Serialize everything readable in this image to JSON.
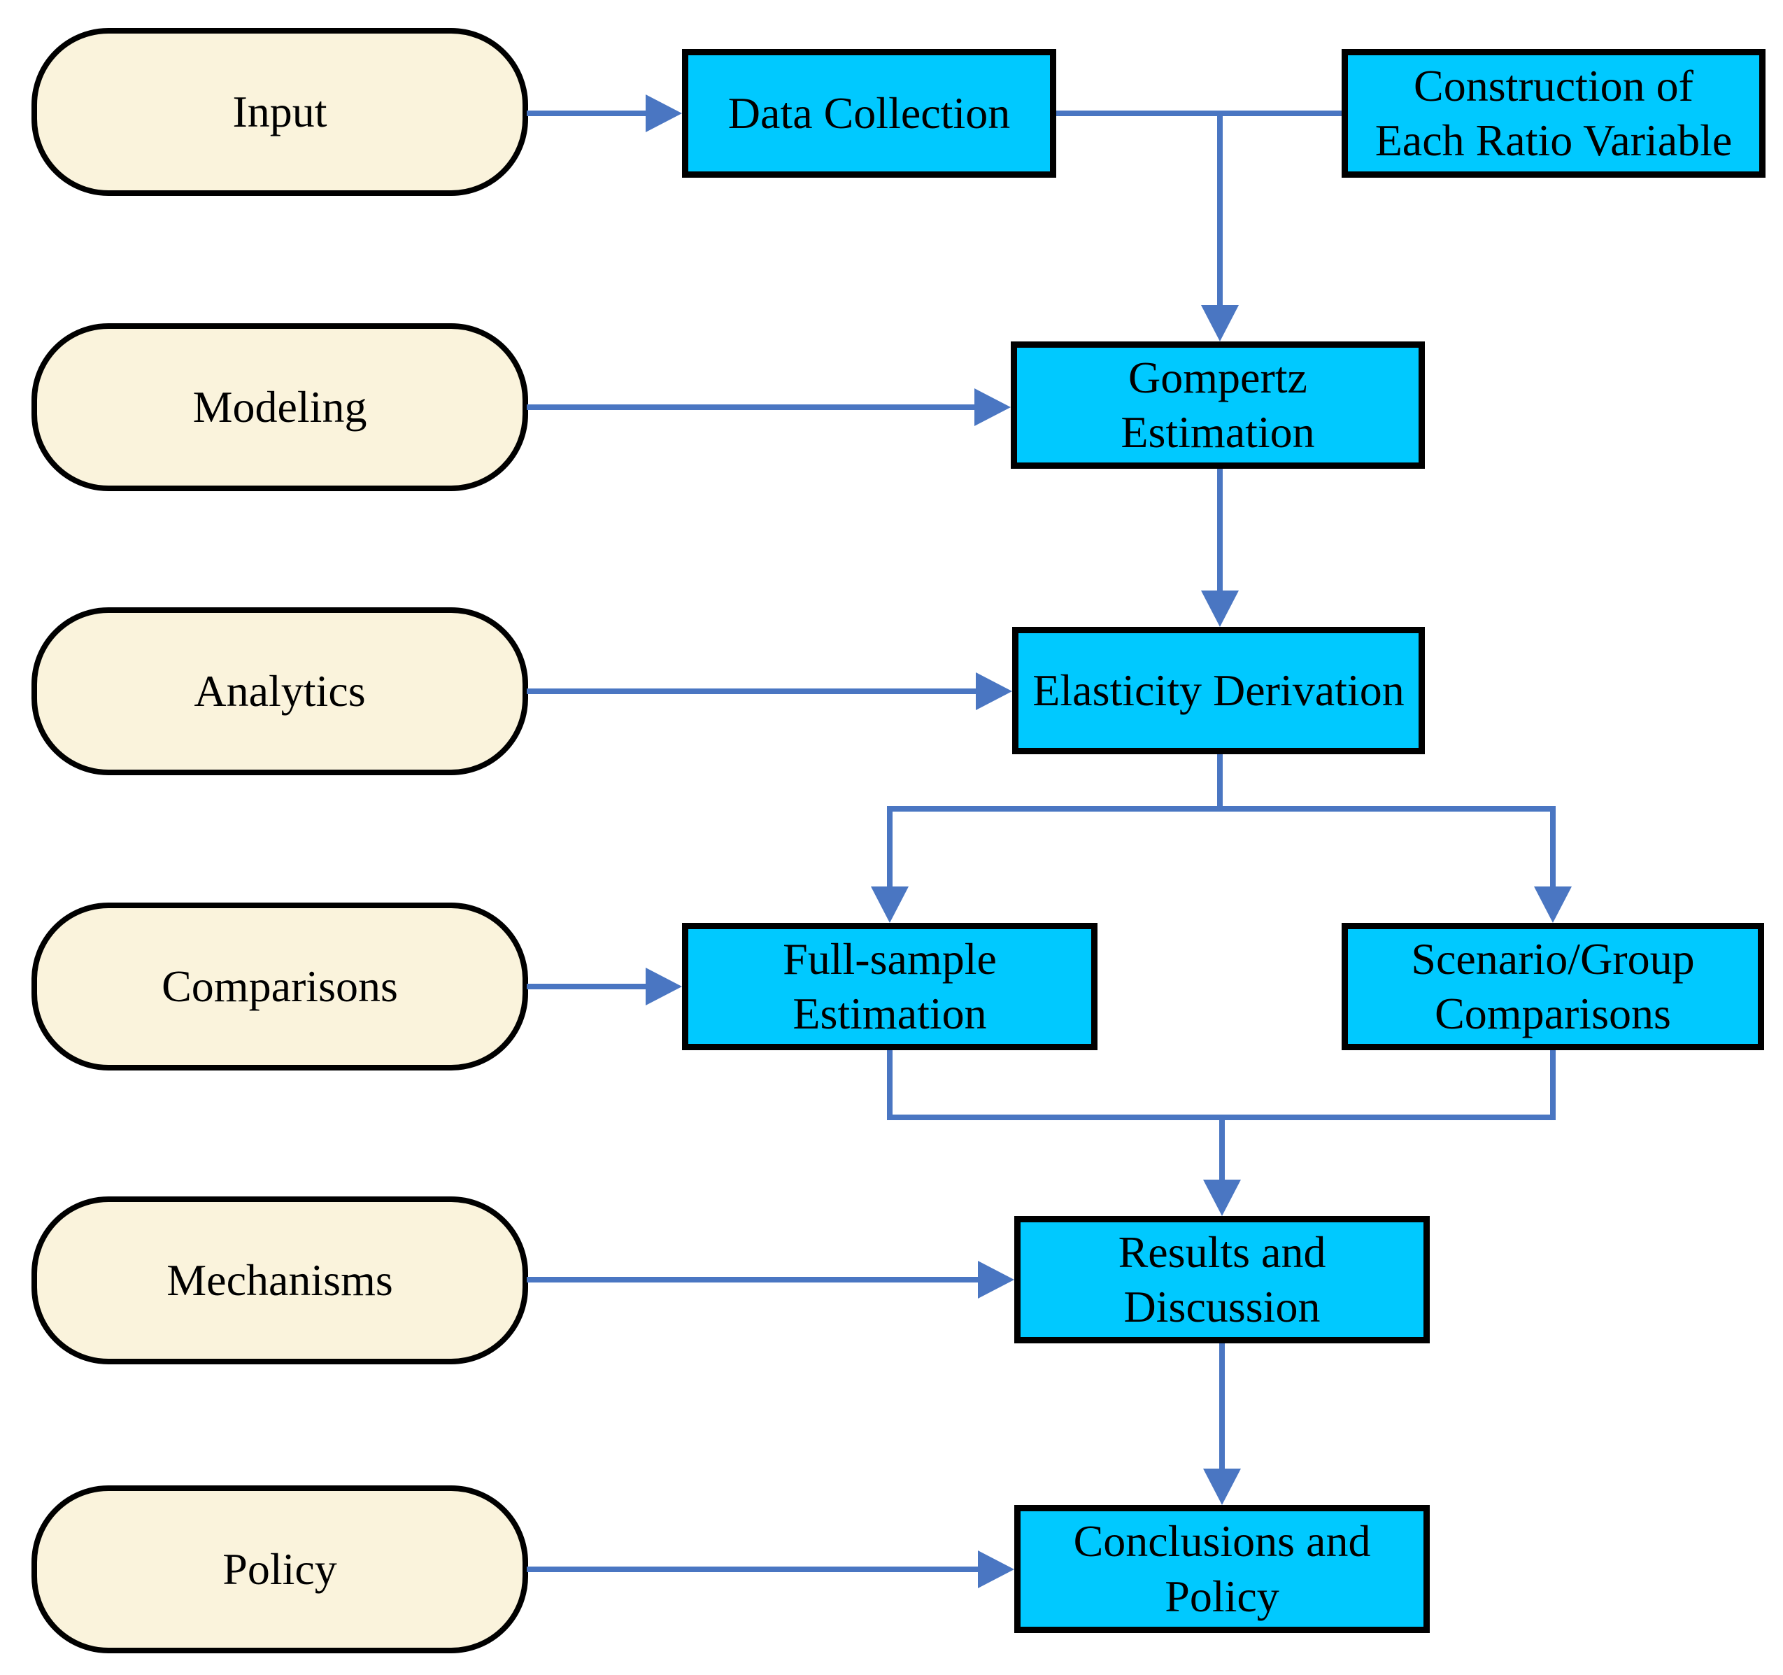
{
  "diagram": {
    "colors": {
      "page_bg": "#FFFFFF",
      "stage_fill": "#FAF3DC",
      "stage_border": "#000000",
      "process_fill": "#00C9FF",
      "process_border": "#000000",
      "connector": "#4A76C2",
      "text_color": "#000000"
    },
    "stages": [
      {
        "id": "input",
        "label": "Input"
      },
      {
        "id": "modeling",
        "label": "Modeling"
      },
      {
        "id": "analytics",
        "label": "Analytics"
      },
      {
        "id": "comparisons",
        "label": "Comparisons"
      },
      {
        "id": "mechanisms",
        "label": "Mechanisms"
      },
      {
        "id": "policy",
        "label": "Policy"
      }
    ],
    "processes": [
      {
        "id": "data-collection",
        "label": "Data Collection"
      },
      {
        "id": "ratio-variable",
        "label": "Construction of\nEach Ratio Variable"
      },
      {
        "id": "gompertz",
        "label": "Gompertz\nEstimation"
      },
      {
        "id": "elasticity",
        "label": "Elasticity Derivation"
      },
      {
        "id": "full-sample",
        "label": "Full-sample\nEstimation"
      },
      {
        "id": "scenario-group",
        "label": "Scenario/Group\nComparisons"
      },
      {
        "id": "results",
        "label": "Results and\nDiscussion"
      },
      {
        "id": "conclusions",
        "label": "Conclusions and\nPolicy"
      }
    ],
    "connections": [
      {
        "from": "input",
        "to": "data-collection",
        "arrow": true
      },
      {
        "from": "data-collection",
        "to": "ratio-variable",
        "arrow": false
      },
      {
        "from": "data-collection",
        "to": "gompertz",
        "arrow": true
      },
      {
        "from": "modeling",
        "to": "gompertz",
        "arrow": true
      },
      {
        "from": "gompertz",
        "to": "elasticity",
        "arrow": true
      },
      {
        "from": "analytics",
        "to": "elasticity",
        "arrow": true
      },
      {
        "from": "elasticity",
        "to": "full-sample",
        "arrow": true
      },
      {
        "from": "elasticity",
        "to": "scenario-group",
        "arrow": true
      },
      {
        "from": "comparisons",
        "to": "full-sample",
        "arrow": true
      },
      {
        "from": "full-sample",
        "to": "results",
        "arrow": true
      },
      {
        "from": "scenario-group",
        "to": "results",
        "arrow": true
      },
      {
        "from": "mechanisms",
        "to": "results",
        "arrow": true
      },
      {
        "from": "results",
        "to": "conclusions",
        "arrow": true
      },
      {
        "from": "policy",
        "to": "conclusions",
        "arrow": true
      }
    ]
  }
}
